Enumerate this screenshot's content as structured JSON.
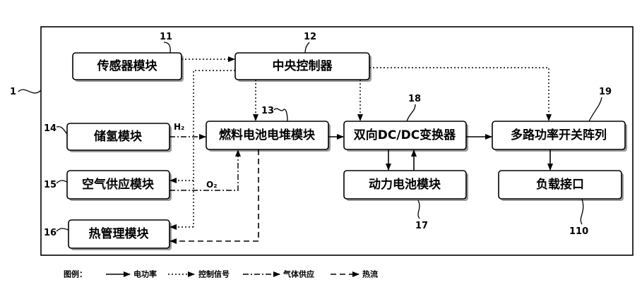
{
  "labels": {
    "frame": "1",
    "sensor": "11",
    "controller": "12",
    "fuelcell": "13",
    "h2store": "14",
    "air": "15",
    "thermal": "16",
    "battery": "17",
    "dcdc": "18",
    "switch": "19",
    "load": "110"
  },
  "blocks": {
    "sensor": "传感器模块",
    "controller": "中央控制器",
    "fuelcell": "燃料电池电堆模块",
    "h2store": "储氢模块",
    "dcdc": "双向DC/DC变换器",
    "switch": "多路功率开关阵列",
    "air": "空气供应模块",
    "battery": "动力电池模块",
    "load": "负载接口",
    "thermal": "热管理模块"
  },
  "gas": {
    "h2": "H₂",
    "o2": "O₂"
  },
  "legend": {
    "title": "图例：",
    "power": "电功率",
    "control": "控制信号",
    "gas": "气体供应",
    "heat": "热流"
  }
}
